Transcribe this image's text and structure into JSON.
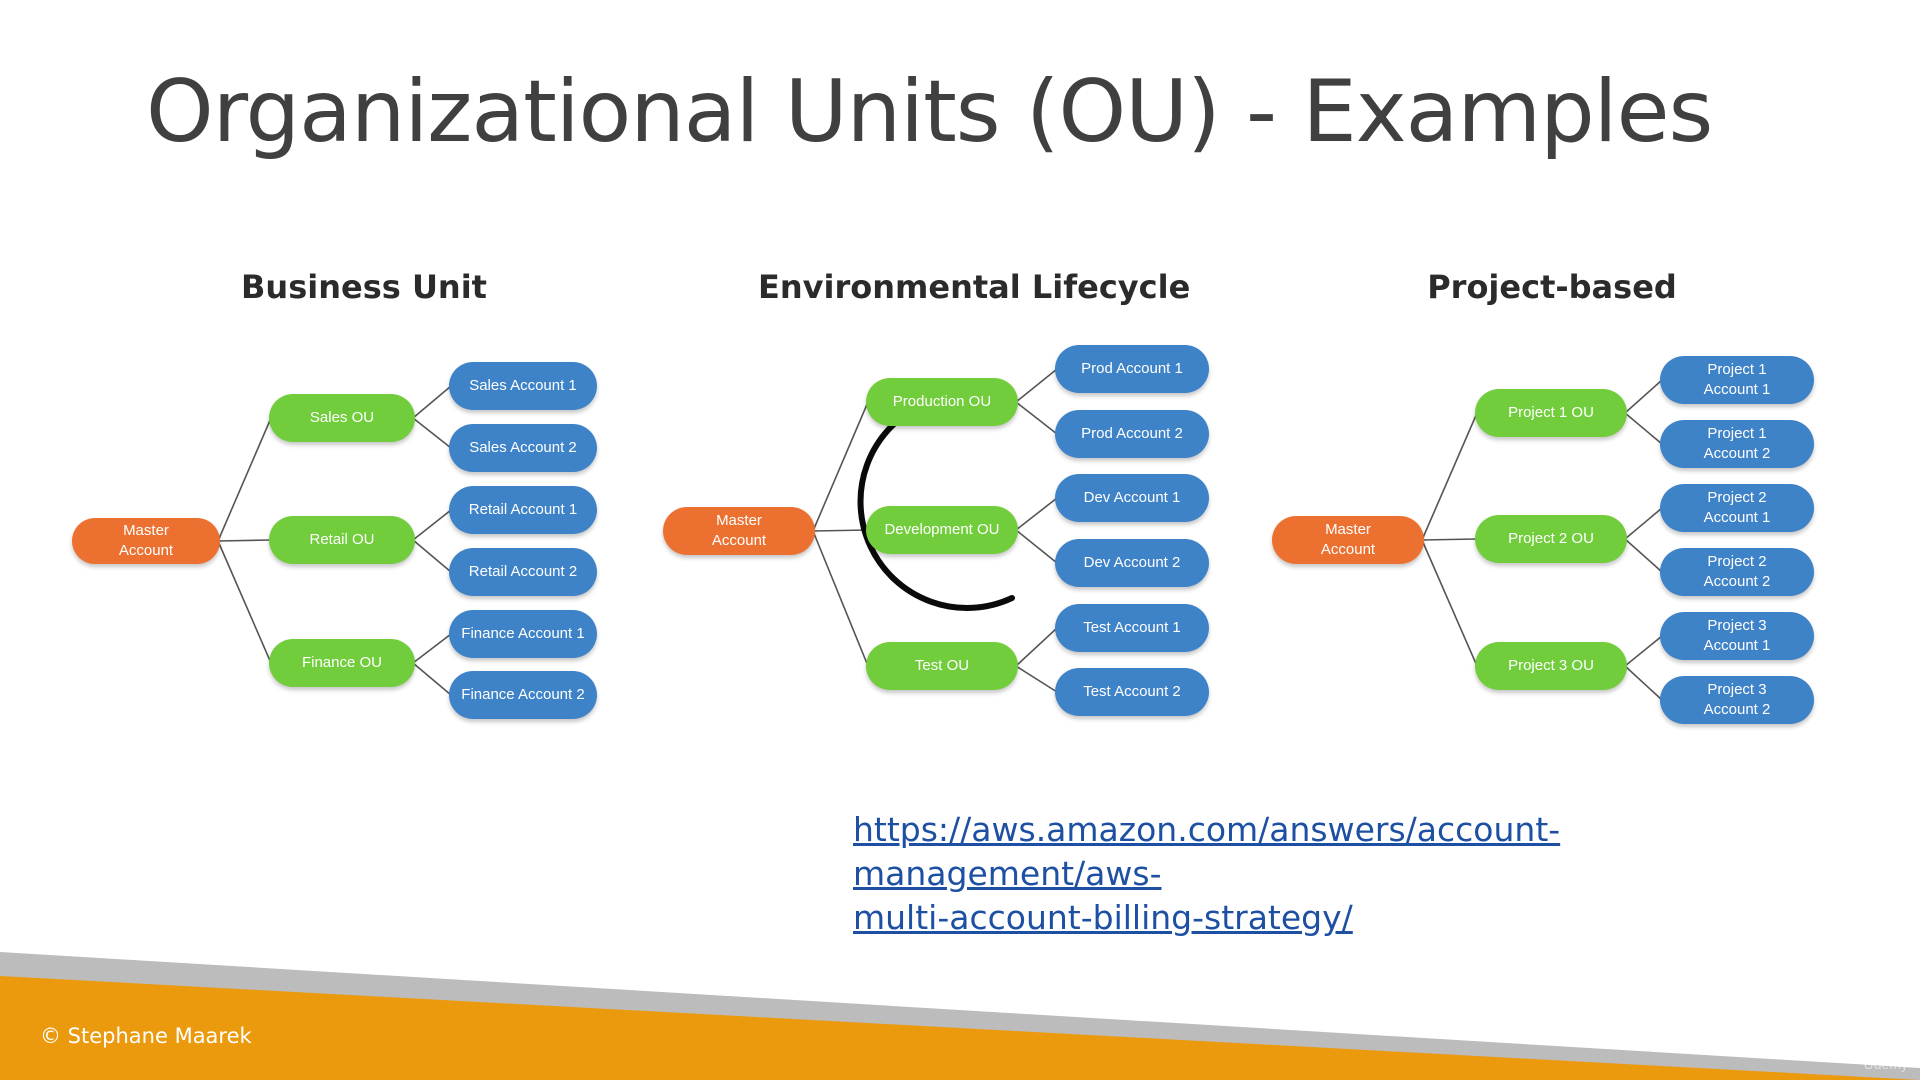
{
  "slide": {
    "title": "Organizational Units (OU) - Examples",
    "link_line1": "https://aws.amazon.com/answers/account-management/aws-",
    "link_line2": "multi-account-billing-strategy/",
    "copyright": "© Stephane Maarek",
    "brand": "Udemy"
  },
  "colors": {
    "master": "#ec7130",
    "ou": "#71cd3b",
    "account": "#3e82c8",
    "footer_orange": "#eb9a0e",
    "footer_gray": "#bcbcbc",
    "link": "#1d4fa3"
  },
  "diagrams": {
    "business_unit": {
      "title": "Business Unit",
      "master": "Master\nAccount",
      "ous": [
        {
          "label": "Sales OU",
          "accounts": [
            "Sales Account 1",
            "Sales Account 2"
          ]
        },
        {
          "label": "Retail OU",
          "accounts": [
            "Retail Account 1",
            "Retail Account 2"
          ]
        },
        {
          "label": "Finance OU",
          "accounts": [
            "Finance Account 1",
            "Finance Account 2"
          ]
        }
      ]
    },
    "environmental": {
      "title": "Environmental Lifecycle",
      "master": "Master\nAccount",
      "ous": [
        {
          "label": "Production OU",
          "accounts": [
            "Prod Account 1",
            "Prod Account 2"
          ]
        },
        {
          "label": "Development OU",
          "accounts": [
            "Dev Account 1",
            "Dev Account 2"
          ]
        },
        {
          "label": "Test OU",
          "accounts": [
            "Test Account 1",
            "Test Account 2"
          ]
        }
      ]
    },
    "project": {
      "title": "Project-based",
      "master": "Master\nAccount",
      "ous": [
        {
          "label": "Project 1 OU",
          "accounts": [
            "Project 1\nAccount 1",
            "Project 1\nAccount 2"
          ]
        },
        {
          "label": "Project 2 OU",
          "accounts": [
            "Project 2\nAccount 1",
            "Project 2\nAccount 2"
          ]
        },
        {
          "label": "Project 3 OU",
          "accounts": [
            "Project 3\nAccount 1",
            "Project 3\nAccount 2"
          ]
        }
      ]
    }
  }
}
